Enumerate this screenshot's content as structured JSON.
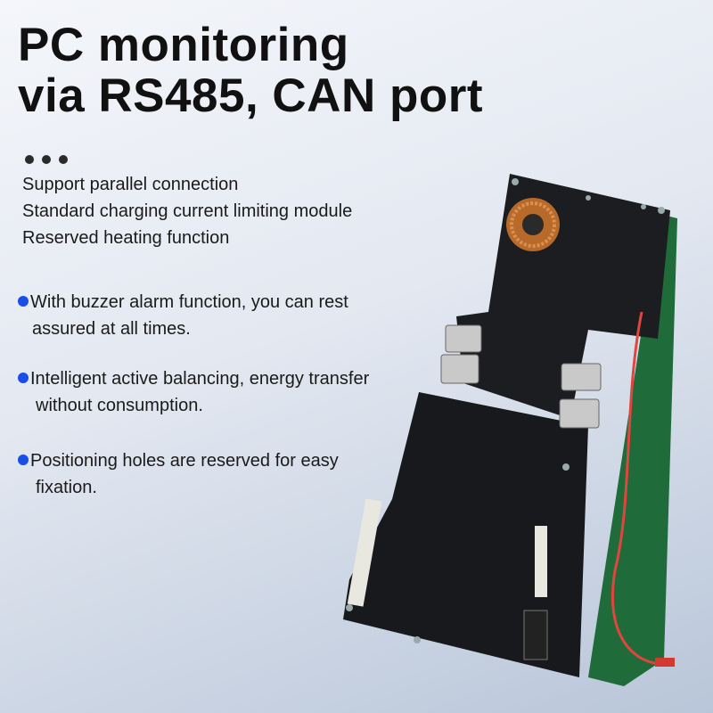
{
  "title": {
    "line1": "PC monitoring",
    "line2": "via RS485, CAN port"
  },
  "features": [
    "Support parallel connection",
    "Standard charging current limiting module",
    "Reserved heating function"
  ],
  "bullets": [
    {
      "line1": "With buzzer alarm function, you can rest",
      "line2": "assured at all times."
    },
    {
      "line1": "Intelligent active balancing, energy transfer",
      "line2": "without consumption."
    },
    {
      "line1": "Positioning holes are reserved for easy",
      "line2": "fixation."
    }
  ],
  "colors": {
    "bullet": "#1a4fe6",
    "board": "#1c1d20",
    "wire": "#e0463f"
  }
}
